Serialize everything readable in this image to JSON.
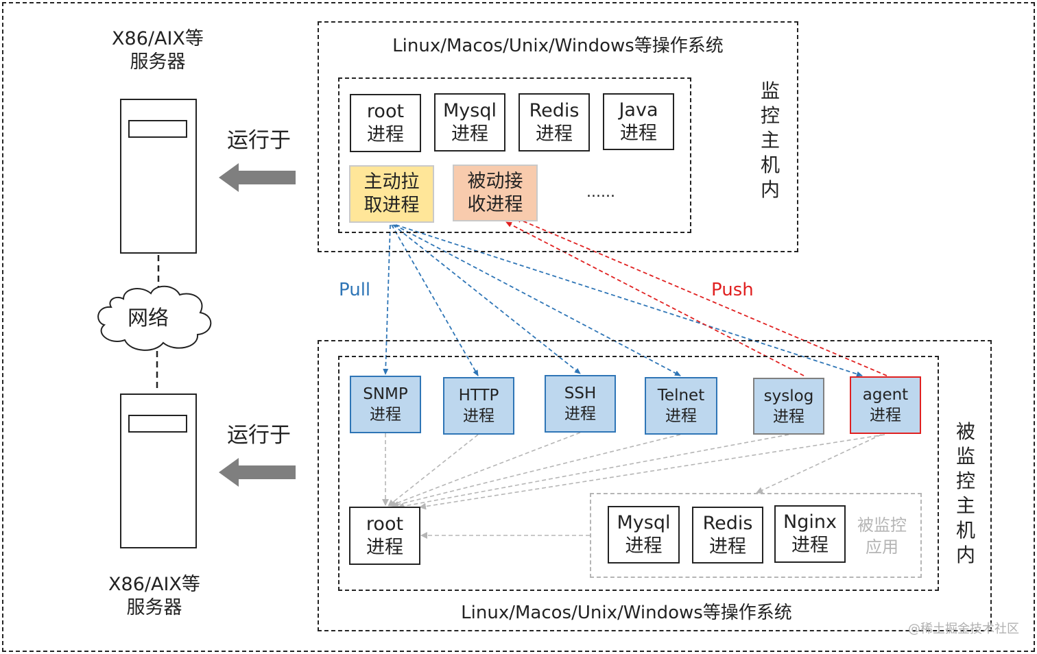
{
  "left": {
    "server_top_label": [
      "X86/AIX等",
      "服务器"
    ],
    "server_bottom_label": [
      "X86/AIX等",
      "服务器"
    ],
    "network_label": "网络",
    "runs_on_top": "运行于",
    "runs_on_bottom": "运行于"
  },
  "monitor_host": {
    "os_label": "Linux/Macos/Unix/Windows等操作系统",
    "side_label": [
      "监",
      "控",
      "主",
      "机",
      "内"
    ],
    "processes": [
      [
        "root",
        "进程"
      ],
      [
        "Mysql",
        "进程"
      ],
      [
        "Redis",
        "进程"
      ],
      [
        "Java",
        "进程"
      ]
    ],
    "pull_process": [
      "主动拉",
      "取进程"
    ],
    "push_process": [
      "被动接",
      "收进程"
    ],
    "ellipsis": "......"
  },
  "arrows": {
    "pull_label": "Pull",
    "push_label": "Push",
    "pull_color": "#2e75b6",
    "push_color": "#e02020"
  },
  "monitored_host": {
    "os_label": "Linux/Macos/Unix/Windows等操作系统",
    "side_label": [
      "被",
      "监",
      "控",
      "主",
      "机",
      "内"
    ],
    "collectors": [
      [
        "SNMP",
        "进程"
      ],
      [
        "HTTP",
        "进程"
      ],
      [
        "SSH",
        "进程"
      ],
      [
        "Telnet",
        "进程"
      ],
      [
        "syslog",
        "进程"
      ],
      [
        "agent",
        "进程"
      ]
    ],
    "root_process": [
      "root",
      "进程"
    ],
    "apps": [
      [
        "Mysql",
        "进程"
      ],
      [
        "Redis",
        "进程"
      ],
      [
        "Nginx",
        "进程"
      ]
    ],
    "apps_group_label": [
      "被监控",
      "应用"
    ]
  },
  "watermark": "@稀土掘金技术社区"
}
